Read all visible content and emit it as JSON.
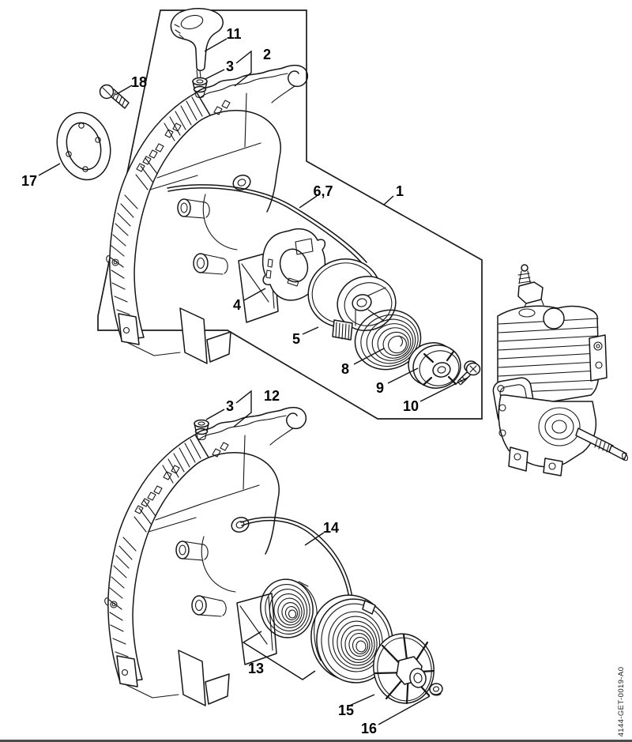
{
  "diagram": {
    "drawing_number": "4144-GET-0019-A0",
    "colors": {
      "background": "#ffffff",
      "line": "#161616",
      "label": "#000000",
      "page_edge": "#4d4d4d"
    },
    "callouts": {
      "n1": "1",
      "n2": "2",
      "n3_top": "3",
      "n3_bottom": "3",
      "n4": "4",
      "n5": "5",
      "n6_7": "6,7",
      "n8": "8",
      "n9": "9",
      "n10": "10",
      "n11": "11",
      "n12": "12",
      "n13": "13",
      "n14": "14",
      "n15": "15",
      "n16": "16",
      "n17": "17",
      "n18": "18"
    }
  }
}
